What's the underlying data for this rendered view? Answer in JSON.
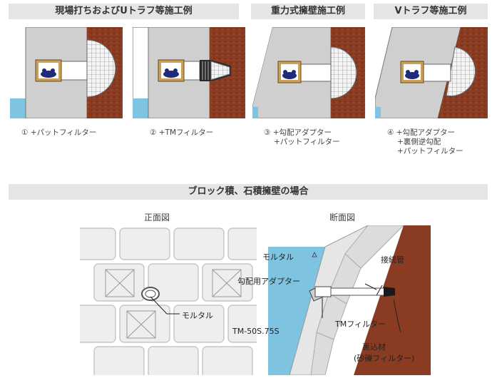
{
  "headers": {
    "h1": "現場打ちおよびUトラフ等施工例",
    "h2": "重力式擁壁施工例",
    "h3": "Vトラフ等施工例",
    "h4": "ブロック積、石積擁壁の場合"
  },
  "captions": {
    "c1": "① +パットフィルター",
    "c2": "② +TMフィルター",
    "c3_l1": "③ +勾配アダプター",
    "c3_l2": "+パットフィルター",
    "c4_l1": "④ +勾配アダプター",
    "c4_l2": "+裏側逆勾配",
    "c4_l3": "+パットフィルター"
  },
  "bottom": {
    "front_title": "正面図",
    "section_title": "断面図",
    "front_mortar": "モルタル",
    "sec_mortar": "モルタル",
    "adapter": "勾配用アダプター",
    "joint_pipe": "接続管",
    "tm_filter": "TMフィルター",
    "tm_model": "TM-50S.75S",
    "backfill_l1": "裏込材",
    "backfill_l2": "(砂礫フィルター)"
  },
  "colors": {
    "header_bg": "#e5e5e5",
    "concrete": "#cfcfcf",
    "soil": "#8a3c22",
    "water": "#7ec4e0",
    "drain": "#1f2a7a"
  }
}
